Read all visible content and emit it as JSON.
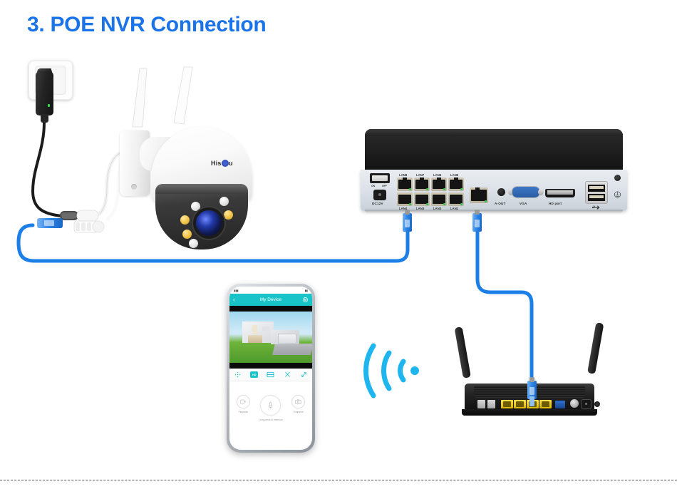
{
  "page": {
    "title": "3. POE NVR Connection",
    "title_color": "#1a73e8",
    "background": "#ffffff"
  },
  "diagram": {
    "name": "poe-nvr-connection-diagram",
    "type": "wiring-diagram",
    "accent_blue": "#1a73e8",
    "cable_blue": "#1c7fe8",
    "wifi_cyan": "#1fb6ef"
  },
  "power": {
    "outlet_label": "wall-outlet",
    "adapter_label": "power-adapter",
    "led_color": "#2fe04a"
  },
  "camera": {
    "brand": "Hiseeu",
    "type": "PTZ dome camera",
    "antenna_count": 2,
    "ir_led_count": 6
  },
  "nvr": {
    "device_label": "POE NVR",
    "power_switch": {
      "on": "ON",
      "off": "OFF"
    },
    "dc_label": "DC12V",
    "lan_top": [
      "LAN8",
      "LAN7",
      "LAN6",
      "LAN5"
    ],
    "lan_bottom": [
      "LAN4",
      "LAN3",
      "LAN2",
      "LAN1"
    ],
    "ports": {
      "audio": "A-OUT",
      "vga": "VGA",
      "hdmi": "HD port"
    },
    "connected_ports": [
      "LAN4",
      "WAN"
    ]
  },
  "phone": {
    "app_title": "My Device",
    "header_color": "#19c4c9",
    "back_icon": "chevron-left-icon",
    "settings_icon": "gear-icon",
    "control_icons": [
      "pan-tilt-icon",
      "quality-hd-icon",
      "record-icon",
      "cut-icon",
      "fullscreen-icon"
    ],
    "quality_badge": "HD",
    "actions": [
      {
        "icon": "playback-icon",
        "label": "Playback"
      },
      {
        "icon": "mic-icon",
        "label": "Long press to intercom"
      },
      {
        "icon": "snapshot-icon",
        "label": "Snapshot"
      }
    ]
  },
  "wifi": {
    "icon": "wifi-signal-icon",
    "arcs": 3,
    "color": "#1fb6ef"
  },
  "router": {
    "device_label": "Wi-Fi Router",
    "antenna_count": 2,
    "lan_port_count": 4,
    "lan_port_color": "#ffe04a"
  }
}
